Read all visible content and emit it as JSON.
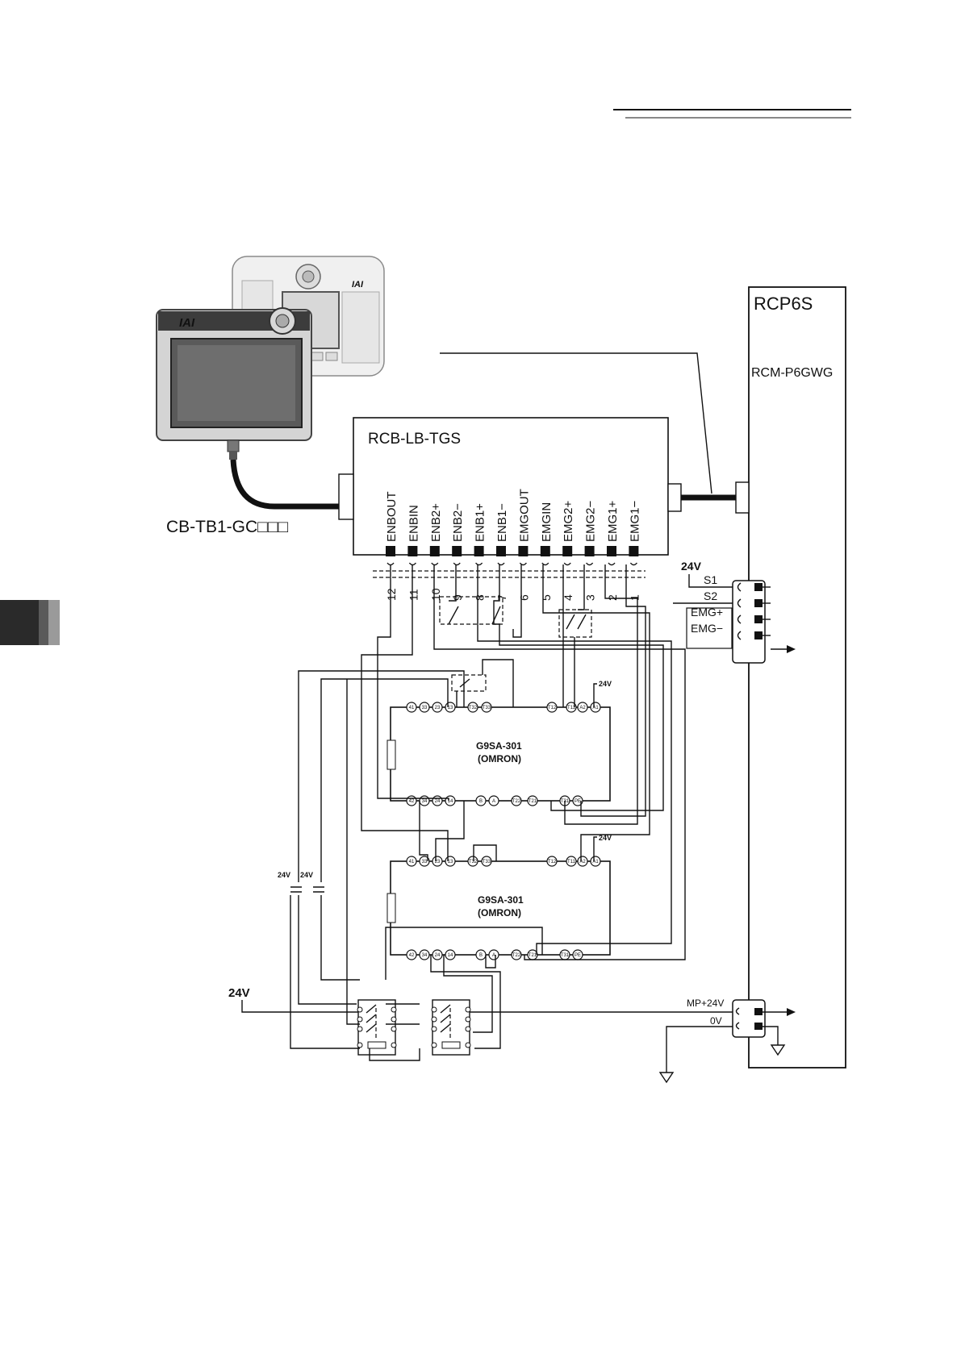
{
  "labels": {
    "controller": "RCP6S",
    "controller_model": "RCM-P6GWG",
    "box": "RCB-LB-TGS",
    "cable": "CB-TB1-GC□□□",
    "relay1_name": "G9SA-301",
    "relay1_maker": "(OMRON)",
    "relay2_name": "G9SA-301",
    "relay2_maker": "(OMRON)",
    "v24_supply": "24V",
    "v24_relay1": "24V",
    "v24_relay2": "24V",
    "v24_left_a": "24V",
    "v24_left_b": "24V",
    "v24_main": "24V",
    "mp24": "MP+24V",
    "zero_v": "0V"
  },
  "box_terminals": [
    "ENBOUT",
    "ENBIN",
    "ENB2+",
    "ENB2−",
    "ENB1+",
    "ENB1−",
    "EMGOUT",
    "EMGIN",
    "EMG2+",
    "EMG2−",
    "EMG1+",
    "EMG1−"
  ],
  "pin_numbers": [
    "12",
    "11",
    "10",
    "9",
    "8",
    "7",
    "6",
    "5",
    "4",
    "3",
    "2",
    "1"
  ],
  "controller_signals": [
    "S1",
    "S2",
    "EMG+",
    "EMG−"
  ],
  "relay_top_terminals": [
    "41",
    "33",
    "23",
    "13",
    "T32",
    "T33",
    "T12",
    "T11",
    "A2",
    "A1"
  ],
  "relay_bottom_terminals": [
    "42",
    "34",
    "24",
    "14",
    "B",
    "A",
    "T22",
    "T21",
    "T31",
    "PE"
  ],
  "colors": {
    "line": "#111111",
    "tab": "#2a2a2a",
    "tab_light": "#9a9a9a"
  }
}
